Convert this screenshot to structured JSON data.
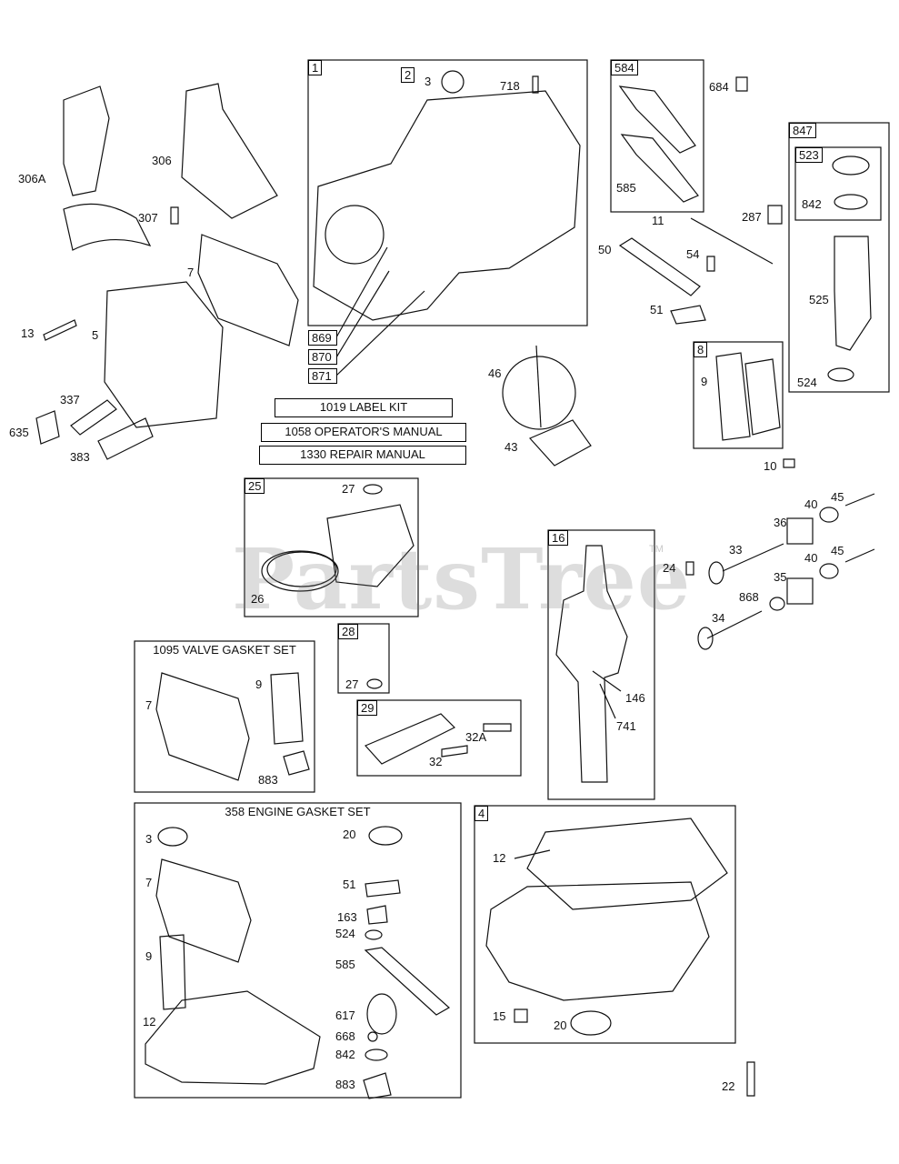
{
  "watermark": "PartsTree",
  "watermark_mark": "TM",
  "kits": {
    "label_kit": "1019 LABEL KIT",
    "operators_manual": "1058 OPERATOR'S MANUAL",
    "repair_manual": "1330 REPAIR MANUAL",
    "valve_gasket_set": "1095 VALVE GASKET SET",
    "engine_gasket_set": "358 ENGINE GASKET SET"
  },
  "box_numbers": {
    "b1": "1",
    "b2": "2",
    "b584": "584",
    "b847": "847",
    "b523": "523",
    "b8": "8",
    "b25": "25",
    "b28": "28",
    "b29": "29",
    "b16": "16",
    "b4": "4",
    "b869": "869",
    "b870": "870",
    "b871": "871"
  },
  "labels": {
    "l306A": "306A",
    "l306": "306",
    "l307": "307",
    "l7": "7",
    "l13": "13",
    "l5": "5",
    "l337": "337",
    "l635": "635",
    "l383": "383",
    "l3": "3",
    "l718": "718",
    "l584_585": "585",
    "l684": "684",
    "l11": "11",
    "l287": "287",
    "l50": "50",
    "l54": "54",
    "l51": "51",
    "l842_top": "842",
    "l525": "525",
    "l524": "524",
    "l46": "46",
    "l43": "43",
    "l8_9": "9",
    "l10": "10",
    "l27a": "27",
    "l26": "26",
    "l28_27": "27",
    "l32A": "32A",
    "l32": "32",
    "l24": "24",
    "l146": "146",
    "l741": "741",
    "l45a": "45",
    "l40a": "40",
    "l36": "36",
    "l33": "33",
    "l45b": "45",
    "l40b": "40",
    "l35": "35",
    "l868": "868",
    "l34": "34",
    "v7": "7",
    "v9": "9",
    "v883": "883",
    "e3": "3",
    "e7": "7",
    "e9": "9",
    "e12": "12",
    "e20": "20",
    "e51": "51",
    "e163": "163",
    "e524": "524",
    "e585": "585",
    "e617": "617",
    "e668": "668",
    "e842": "842",
    "e883": "883",
    "c12": "12",
    "c15": "15",
    "c20": "20",
    "l22": "22"
  }
}
